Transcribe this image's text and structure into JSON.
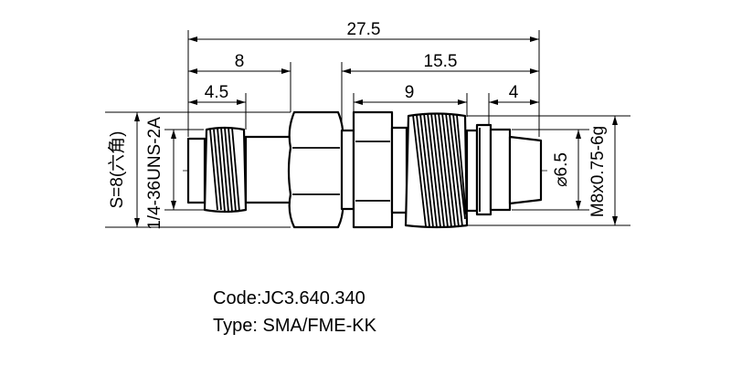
{
  "dimensions": {
    "overall": "27.5",
    "left_to_hex": "8",
    "right_section": "15.5",
    "left_thread": "4.5",
    "right_thread": "9",
    "tip": "4",
    "hex_size": "S=8(六角)",
    "left_thread_spec": "1/4-36UNS-2A",
    "tip_diameter": "⌀6.5",
    "right_thread_spec": "M8x0.75-6g"
  },
  "caption": {
    "code": "Code:JC3.640.340",
    "type": "Type: SMA/FME-KK"
  }
}
